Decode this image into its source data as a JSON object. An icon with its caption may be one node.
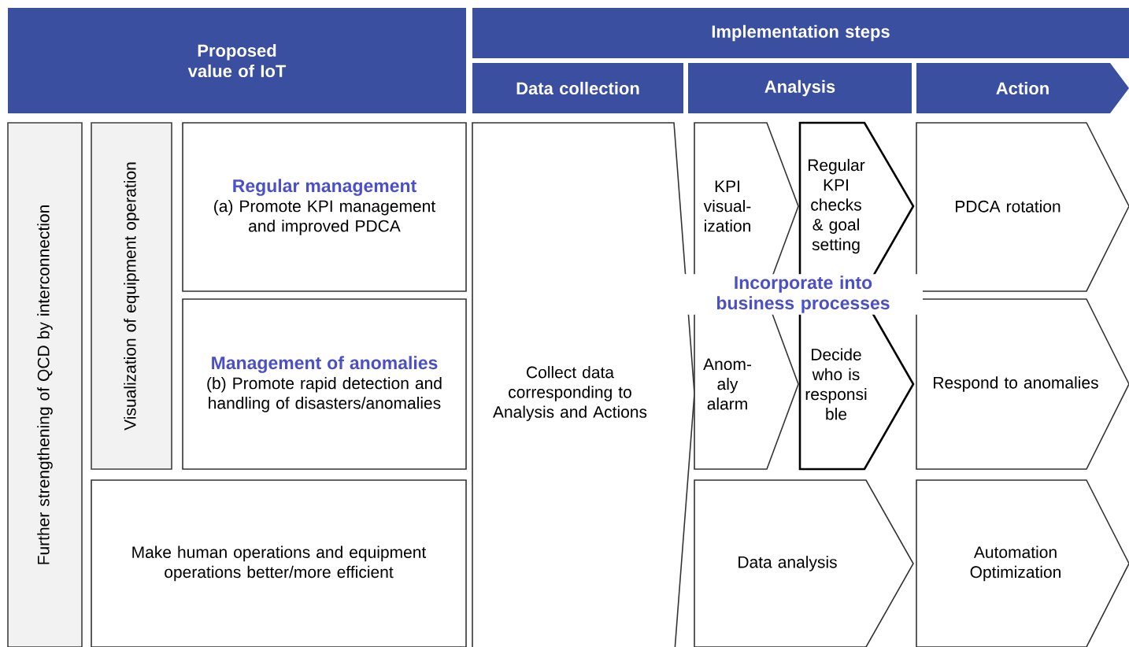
{
  "diagram": {
    "nodes": [
      {
        "text": [
          "Proposed value of IoT"
        ]
      },
      {
        "text": [
          "Implementation steps"
        ]
      },
      {
        "text": [
          "Data collection"
        ]
      },
      {
        "text": [
          "Analysis"
        ]
      },
      {
        "text": [
          "Action"
        ]
      },
      {
        "text": [
          "Further strengthening of QCD by interconnection"
        ]
      },
      {
        "text": [
          "Visualization of equipment operation"
        ]
      },
      {
        "text": [
          "Regular management",
          "(a) Promote KPI management and improved PDCA"
        ]
      },
      {
        "text": [
          "Management of anomalies",
          "(b) Promote rapid detection and handling of disasters/anomalies"
        ]
      },
      {
        "text": [
          "Make human operations and equipment operations better/more efficient"
        ]
      },
      {
        "text": [
          "Collect data corresponding to Analysis and Actions"
        ]
      },
      {
        "text": [
          "KPI visual- ization"
        ]
      },
      {
        "text": [
          "Regular KPI checks & goal setting"
        ]
      },
      {
        "text": [
          "PDCA rotation"
        ]
      },
      {
        "text": [
          "Anom- aly alarm"
        ]
      },
      {
        "text": [
          "Decide who is responsi ble"
        ]
      },
      {
        "text": [
          "Respond to anomalies"
        ]
      },
      {
        "text": [
          "Data analysis"
        ]
      },
      {
        "text": [
          "Automation Optimization"
        ]
      }
    ],
    "labels": [
      "Incorporate into business processes"
    ]
  }
}
